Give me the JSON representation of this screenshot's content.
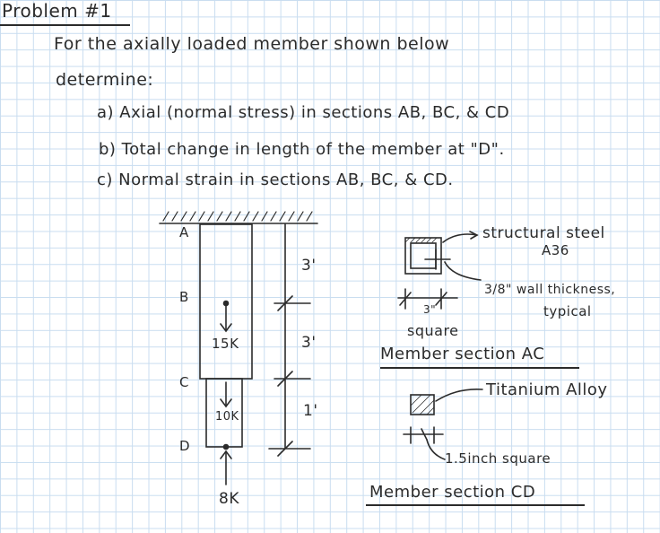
{
  "title": "Problem #1",
  "intro": {
    "line1": "For the axially loaded member shown below",
    "line2": "determine:"
  },
  "questions": {
    "a": "a) Axial (normal stress) in sections AB, BC, & CD",
    "b": "b) Total change in length of the member at \"D\".",
    "c": "c) Normal strain in sections AB, BC, & CD."
  },
  "diagram": {
    "labels": {
      "A": "A",
      "B": "B",
      "C": "C",
      "D": "D"
    },
    "loads": {
      "at_B": "15K",
      "at_C": "10K",
      "at_D": "8K"
    },
    "dimensions": {
      "AB": "3'",
      "BC": "3'",
      "CD": "1'"
    }
  },
  "section_ac": {
    "material_line1": "structural steel",
    "material_line2": "A36",
    "wall_line1": "3/8\" wall thickness,",
    "wall_line2": "typical",
    "size": "3\"",
    "shape": "square",
    "caption": "Member section AC"
  },
  "section_cd": {
    "material": "Titanium Alloy",
    "size": "1.5inch square",
    "caption": "Member section CD"
  },
  "colors": {
    "ink": "#2b2b2b",
    "grid": "#c9ddf0"
  }
}
